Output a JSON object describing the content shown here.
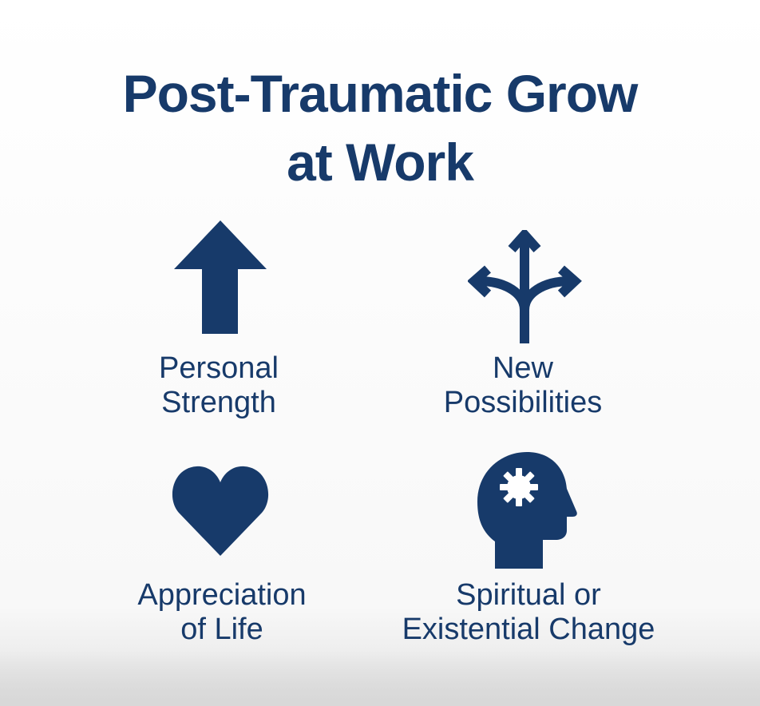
{
  "title": {
    "line1": "Post-Traumatic Grow",
    "line2": "at Work"
  },
  "colors": {
    "primary": "#173a6a",
    "background": "#ffffff"
  },
  "items": [
    {
      "icon": "arrow-up-icon",
      "line1": "Personal",
      "line2": "Strength"
    },
    {
      "icon": "branching-arrows-icon",
      "line1": "New",
      "line2": "Possibilities"
    },
    {
      "icon": "heart-icon",
      "line1": "Appreciation",
      "line2": "of Life"
    },
    {
      "icon": "head-gear-icon",
      "line1": "Spiritual or",
      "line2": "Existential Change"
    }
  ]
}
